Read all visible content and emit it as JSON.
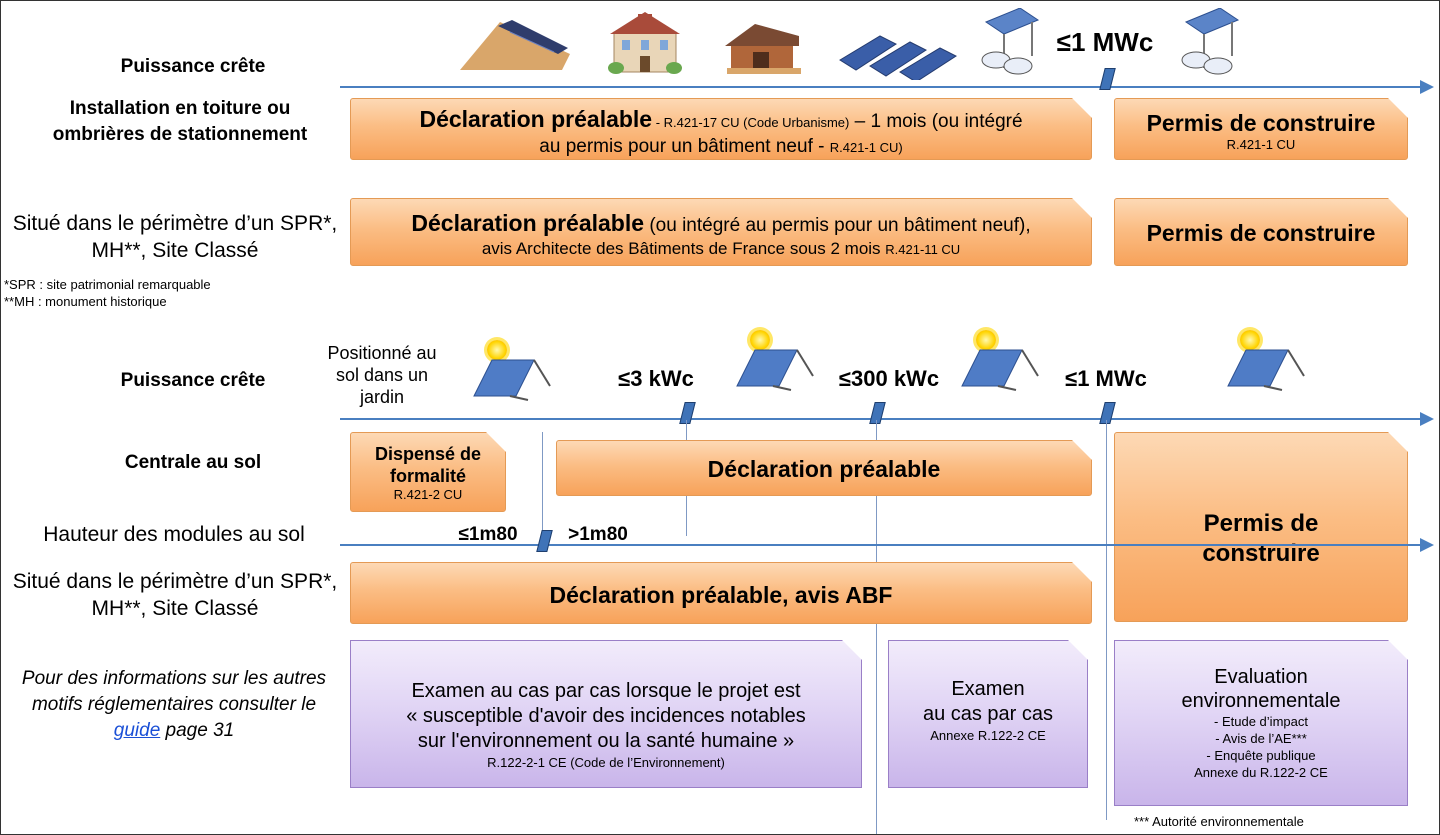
{
  "roof": {
    "row_label": "Puissance crête",
    "threshold": "≤1 MWc",
    "install_label": "Installation en toiture ou ombrières de stationnement",
    "box1_title": "Déclaration préalable",
    "box1_ref1": " - R.421-17 CU (Code Urbanisme)",
    "box1_text1": " – 1 mois (ou intégré",
    "box1_text2": "au permis pour un bâtiment neuf - ",
    "box1_ref2": "R.421-1 CU)",
    "box2_title": "Permis de construire",
    "box2_ref": "R.421-1 CU",
    "spr_label": "Situé dans le périmètre d’un SPR*, MH**, Site Classé",
    "spr_note1": "*SPR : site patrimonial remarquable",
    "spr_note2": "**MH : monument historique",
    "box3_title": "Déclaration préalable",
    "box3_text1": " (ou intégré au permis pour un bâtiment neuf),",
    "box3_text2": "avis Architecte des Bâtiments de France sous 2 mois ",
    "box3_ref": "R.421-11 CU",
    "box4_title": "Permis de construire"
  },
  "ground": {
    "row_label": "Puissance crête",
    "garden": "Positionné au sol dans un jardin",
    "t1": "≤3 kWc",
    "t2": "≤300 kWc",
    "t3": "≤1 MWc",
    "central_label": "Centrale au sol",
    "dispense_title": "Dispensé de formalité",
    "dispense_ref": "R.421-2 CU",
    "decl": "Déclaration préalable",
    "permis_title": "Permis de construire",
    "height_label": "Hauteur des modules au sol",
    "h1": "≤1m80",
    "h2": ">1m80",
    "spr_label": "Situé dans le périmètre d’un SPR*, MH**, Site Classé",
    "decl_abf": "Déclaration préalable, avis ABF"
  },
  "info": {
    "text1": "Pour des informations sur les autres motifs réglementaires consulter le",
    "link": "guide",
    "text2": " page 31"
  },
  "env": {
    "box1_line1": "Examen au cas par cas lorsque le projet est",
    "box1_line2": "« susceptible d'avoir des incidences notables",
    "box1_line3": "sur l'environnement ou la santé humaine »",
    "box1_ref": "R.122-2-1 CE (Code de l’Environnement)",
    "box2_line1": "Examen",
    "box2_line2": "au cas par cas",
    "box2_ref": "Annexe R.122-2 CE",
    "box3_title": "Evaluation environnementale",
    "box3_item1": "- Etude d’impact",
    "box3_item2": "- Avis de l’AE***",
    "box3_item3": "- Enquête publique",
    "box3_ref": "Annexe du R.122-2 CE",
    "footnote": "*** Autorité environnementale"
  },
  "colors": {
    "axis": "#4a7fc0",
    "orange_box": "#fbbd84",
    "purple_box": "#e1d5f5",
    "link": "#1a4fd6"
  }
}
